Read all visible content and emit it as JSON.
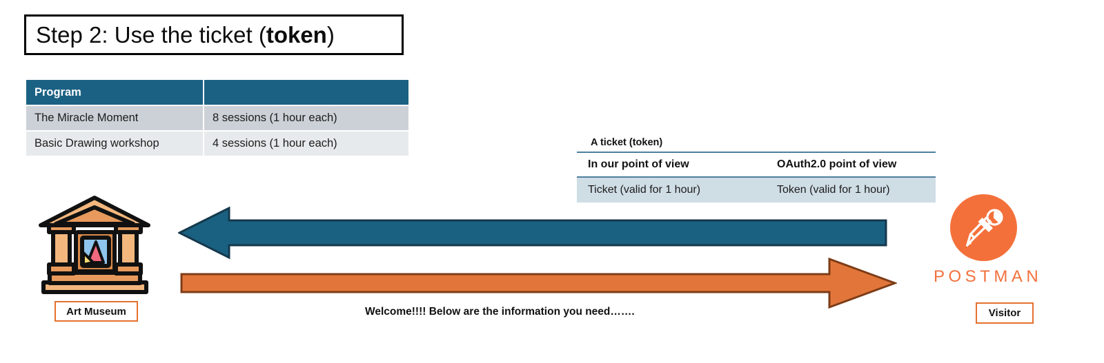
{
  "slide": {
    "title_prefix": "Step 2: Use the ticket (",
    "title_bold": "token",
    "title_suffix": ")",
    "welcome_message": "Welcome!!!! Below are the information you need……."
  },
  "program_table": {
    "headers": [
      "Program",
      ""
    ],
    "rows": [
      [
        "The Miracle Moment",
        "8 sessions (1 hour each)"
      ],
      [
        "Basic Drawing workshop",
        "4 sessions (1 hour each)"
      ]
    ]
  },
  "ticket_table": {
    "caption": "A ticket (token)",
    "headers": [
      "In our point of view",
      "OAuth2.0 point of view"
    ],
    "rows": [
      [
        "Ticket (valid for 1 hour)",
        "Token (valid for 1 hour)"
      ]
    ]
  },
  "actors": {
    "left": {
      "label": "Art Museum",
      "icon": "museum-icon"
    },
    "right": {
      "label": "Visitor",
      "wordmark": "POSTMAN",
      "icon": "postman-logo-icon"
    }
  },
  "arrows": {
    "response": {
      "direction": "left",
      "color": "#1a6181",
      "outline": "#15384d"
    },
    "request": {
      "direction": "right",
      "color": "#e2763a",
      "outline": "#7d3c17"
    }
  },
  "colors": {
    "table_header_blue": "#1b6184",
    "row_dark": "#ccd1d7",
    "row_light": "#e7eaec",
    "ticket_row": "#cfdde5",
    "ticket_rule": "#4d7f9c",
    "accent_orange": "#e4712f",
    "postman_orange": "#f2713c"
  }
}
